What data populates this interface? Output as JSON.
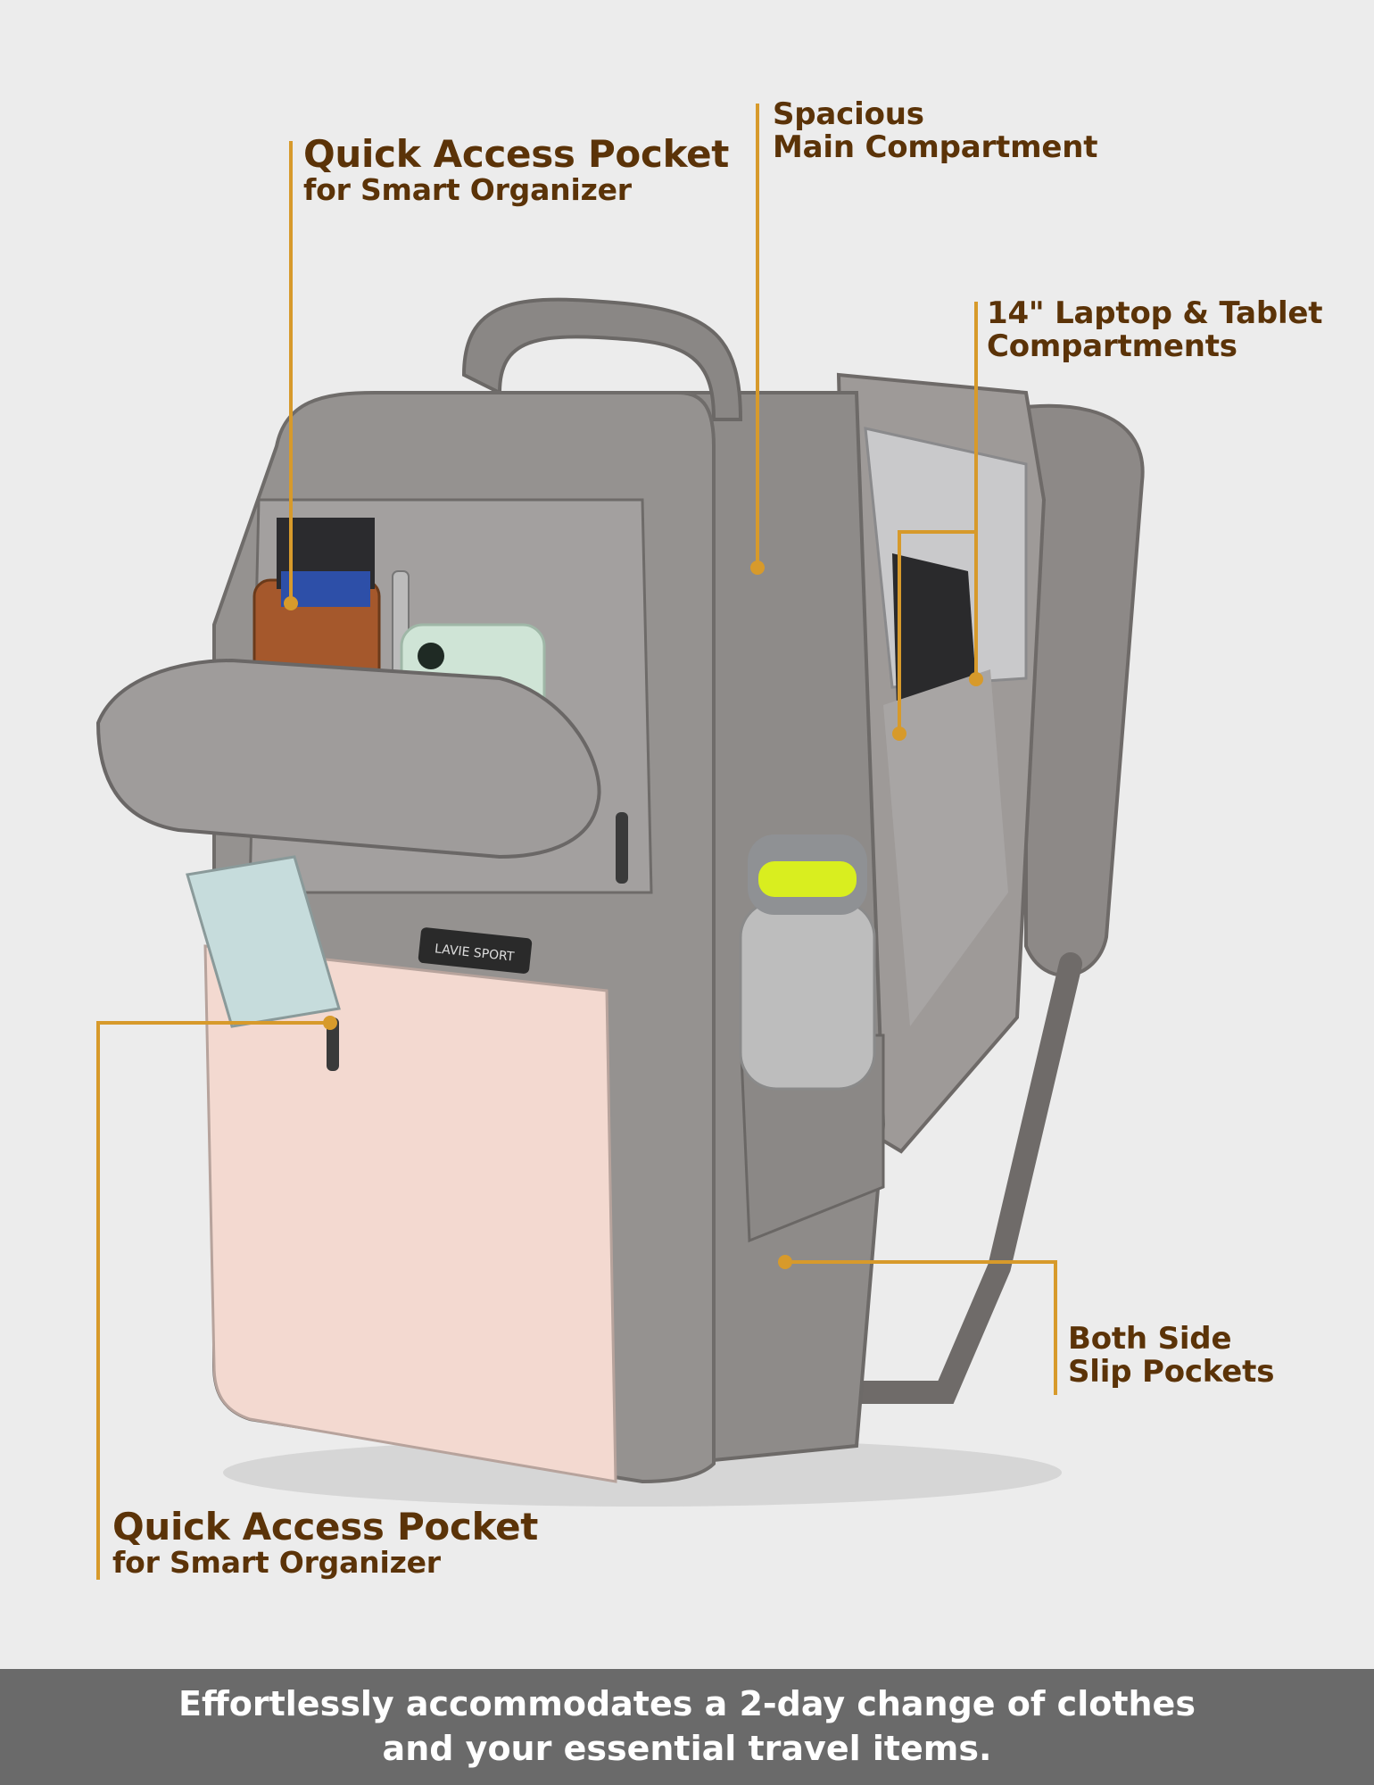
{
  "callouts": {
    "top_left": {
      "title": "Quick Access Pocket",
      "subtitle": "for Smart Organizer"
    },
    "top_center": {
      "line1": "Spacious",
      "line2": "Main Compartment"
    },
    "top_right": {
      "line1": "14\" Laptop & Tablet",
      "line2": "Compartments"
    },
    "mid_right": {
      "line1": "Both Side",
      "line2": "Slip Pockets"
    },
    "bottom_left": {
      "title": "Quick Access Pocket",
      "subtitle": "for Smart Organizer"
    }
  },
  "product": {
    "brand_label": "LAVIE SPORT"
  },
  "banner": {
    "line1": "Effortlessly accommodates a 2-day change of clothes",
    "line2": "and your essential travel items."
  },
  "colors": {
    "background": "#ececec",
    "callout_text": "#5b3308",
    "leader_line": "#d79a2b",
    "banner_bg": "#6a6a6a",
    "bag_gray": "#8e8b89",
    "bag_pink": "#f3d9d0"
  }
}
